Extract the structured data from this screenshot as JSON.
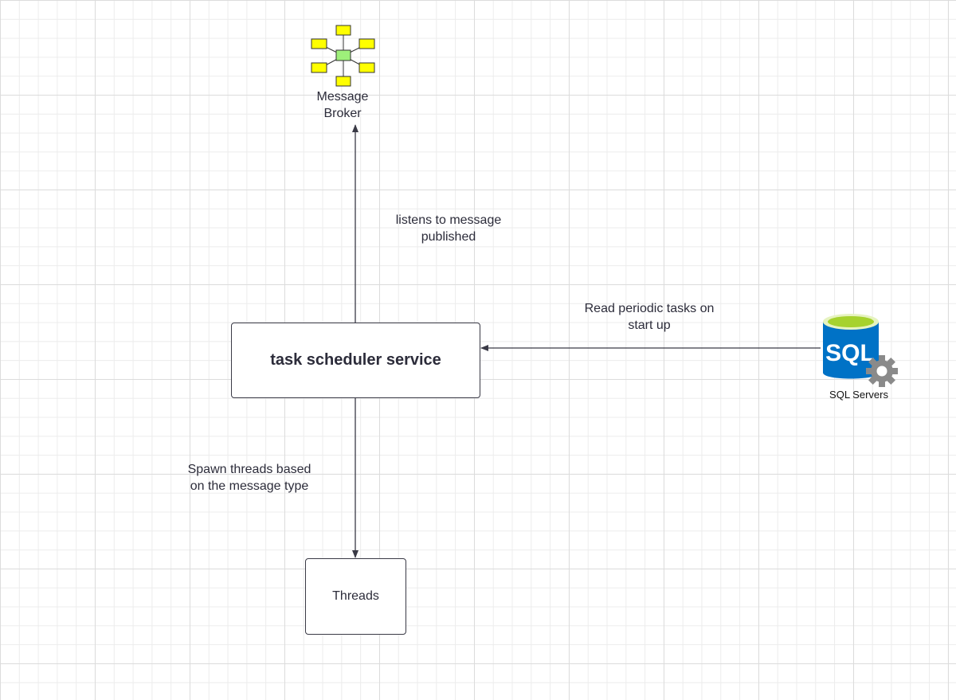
{
  "diagram": {
    "main_node": {
      "label": "task scheduler service"
    },
    "threads_node": {
      "label": "Threads"
    },
    "broker_node": {
      "label_line1": "Message",
      "label_line2": "Broker",
      "icon": "network-hub-icon"
    },
    "sql_node": {
      "label": "SQL Servers",
      "icon": "sql-database-icon",
      "icon_text": "SQL"
    },
    "edges": {
      "listens": {
        "line1": "listens to message",
        "line2": "published"
      },
      "read": {
        "line1": "Read periodic tasks on",
        "line2": "start up"
      },
      "spawn": {
        "line1": "Spawn threads based",
        "line2": "on the message type"
      }
    }
  },
  "colors": {
    "line": "#3a3a46",
    "hub_center": "#9ef07a",
    "hub_leaf": "#ffff00",
    "sql_blue": "#0072c6",
    "sql_top": "#a6d22e",
    "gear": "#8a8a8a"
  }
}
